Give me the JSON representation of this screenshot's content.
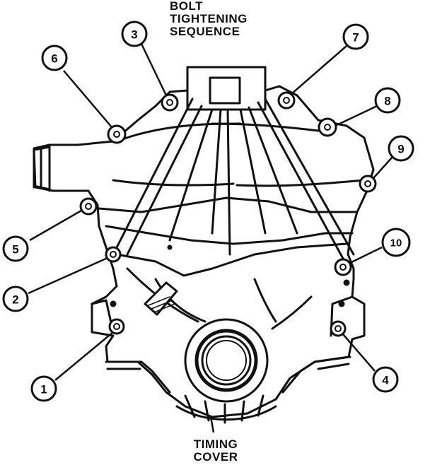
{
  "title": {
    "line1": "BOLT",
    "line2": "TIGHTENING",
    "line3": "SEQUENCE"
  },
  "part_label": {
    "line1": "TIMING",
    "line2": "COVER"
  },
  "sequence": [
    "1",
    "2",
    "3",
    "4",
    "5",
    "6",
    "7",
    "8",
    "9",
    "10"
  ],
  "colors": {
    "ink": "#111111",
    "paper": "#ffffff"
  }
}
